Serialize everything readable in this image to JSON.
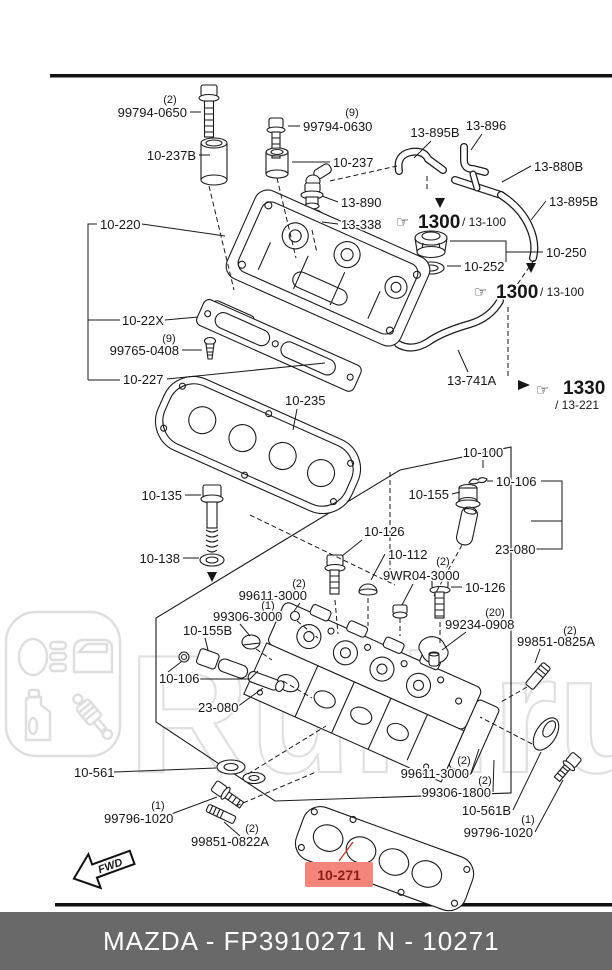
{
  "doc": {
    "type": "parts-exploded-diagram",
    "make": "MAZDA"
  },
  "footer": {
    "left": "MAZDA - FP3910271",
    "right": "N - 10271"
  },
  "highlight": {
    "text": "10-271"
  },
  "watermark": {
    "text": "Ruli.ru",
    "icons": [
      "headlight-icon",
      "car-door-icon",
      "oil-can-icon",
      "shock-absorber-icon"
    ]
  },
  "fwd": {
    "text": "FWD"
  },
  "icons": {
    "pointing_hand": "☞"
  },
  "colors": {
    "highlight_bg": "#f3857b",
    "highlight_fg": "#8e1b12",
    "footer_bar": "#696969",
    "footer_fg": "#ffffff",
    "ink": "#161616",
    "watermark": "#e0e0e0"
  },
  "refs": [
    {
      "glyph": "☞",
      "code": "1300",
      "cat": "/ 13-100"
    },
    {
      "glyph": "☞",
      "code": "1300",
      "cat": "/ 13-100"
    },
    {
      "glyph": "☞",
      "code": "1330",
      "cat": "/ 13-221"
    }
  ],
  "labels": [
    {
      "text": "99794-0650",
      "qty": "(2)"
    },
    {
      "text": "10-237B"
    },
    {
      "text": "99794-0630",
      "qty": "(9)"
    },
    {
      "text": "10-237"
    },
    {
      "text": "13-895B"
    },
    {
      "text": "13-896"
    },
    {
      "text": "13-880B"
    },
    {
      "text": "13-895B"
    },
    {
      "text": "13-890"
    },
    {
      "text": "13-338"
    },
    {
      "text": "10-250"
    },
    {
      "text": "10-252"
    },
    {
      "text": "10-220"
    },
    {
      "text": "10-22X"
    },
    {
      "text": "99765-0408",
      "qty": "(9)"
    },
    {
      "text": "10-227"
    },
    {
      "text": "10-235"
    },
    {
      "text": "13-741A"
    },
    {
      "text": "10-135"
    },
    {
      "text": "10-138"
    },
    {
      "text": "10-100"
    },
    {
      "text": "10-106"
    },
    {
      "text": "10-155"
    },
    {
      "text": "23-080"
    },
    {
      "text": "10-126"
    },
    {
      "text": "10-112"
    },
    {
      "text": "9WR04-3000",
      "qty": "(2)"
    },
    {
      "text": "10-126"
    },
    {
      "text": "99234-0908",
      "qty": "(20)"
    },
    {
      "text": "99851-0825A",
      "qty": "(2)"
    },
    {
      "text": "99611-3000",
      "qty": "(2)"
    },
    {
      "text": "99306-3000",
      "qty": "(1)"
    },
    {
      "text": "10-155B"
    },
    {
      "text": "10-106"
    },
    {
      "text": "23-080"
    },
    {
      "text": "10-561"
    },
    {
      "text": "99796-1020",
      "qty": "(1)"
    },
    {
      "text": "99851-0822A",
      "qty": "(2)"
    },
    {
      "text": "99611-3000",
      "qty": "(2)"
    },
    {
      "text": "99306-1800",
      "qty": "(2)"
    },
    {
      "text": "10-561B"
    },
    {
      "text": "99796-1020",
      "qty": "(1)"
    }
  ]
}
